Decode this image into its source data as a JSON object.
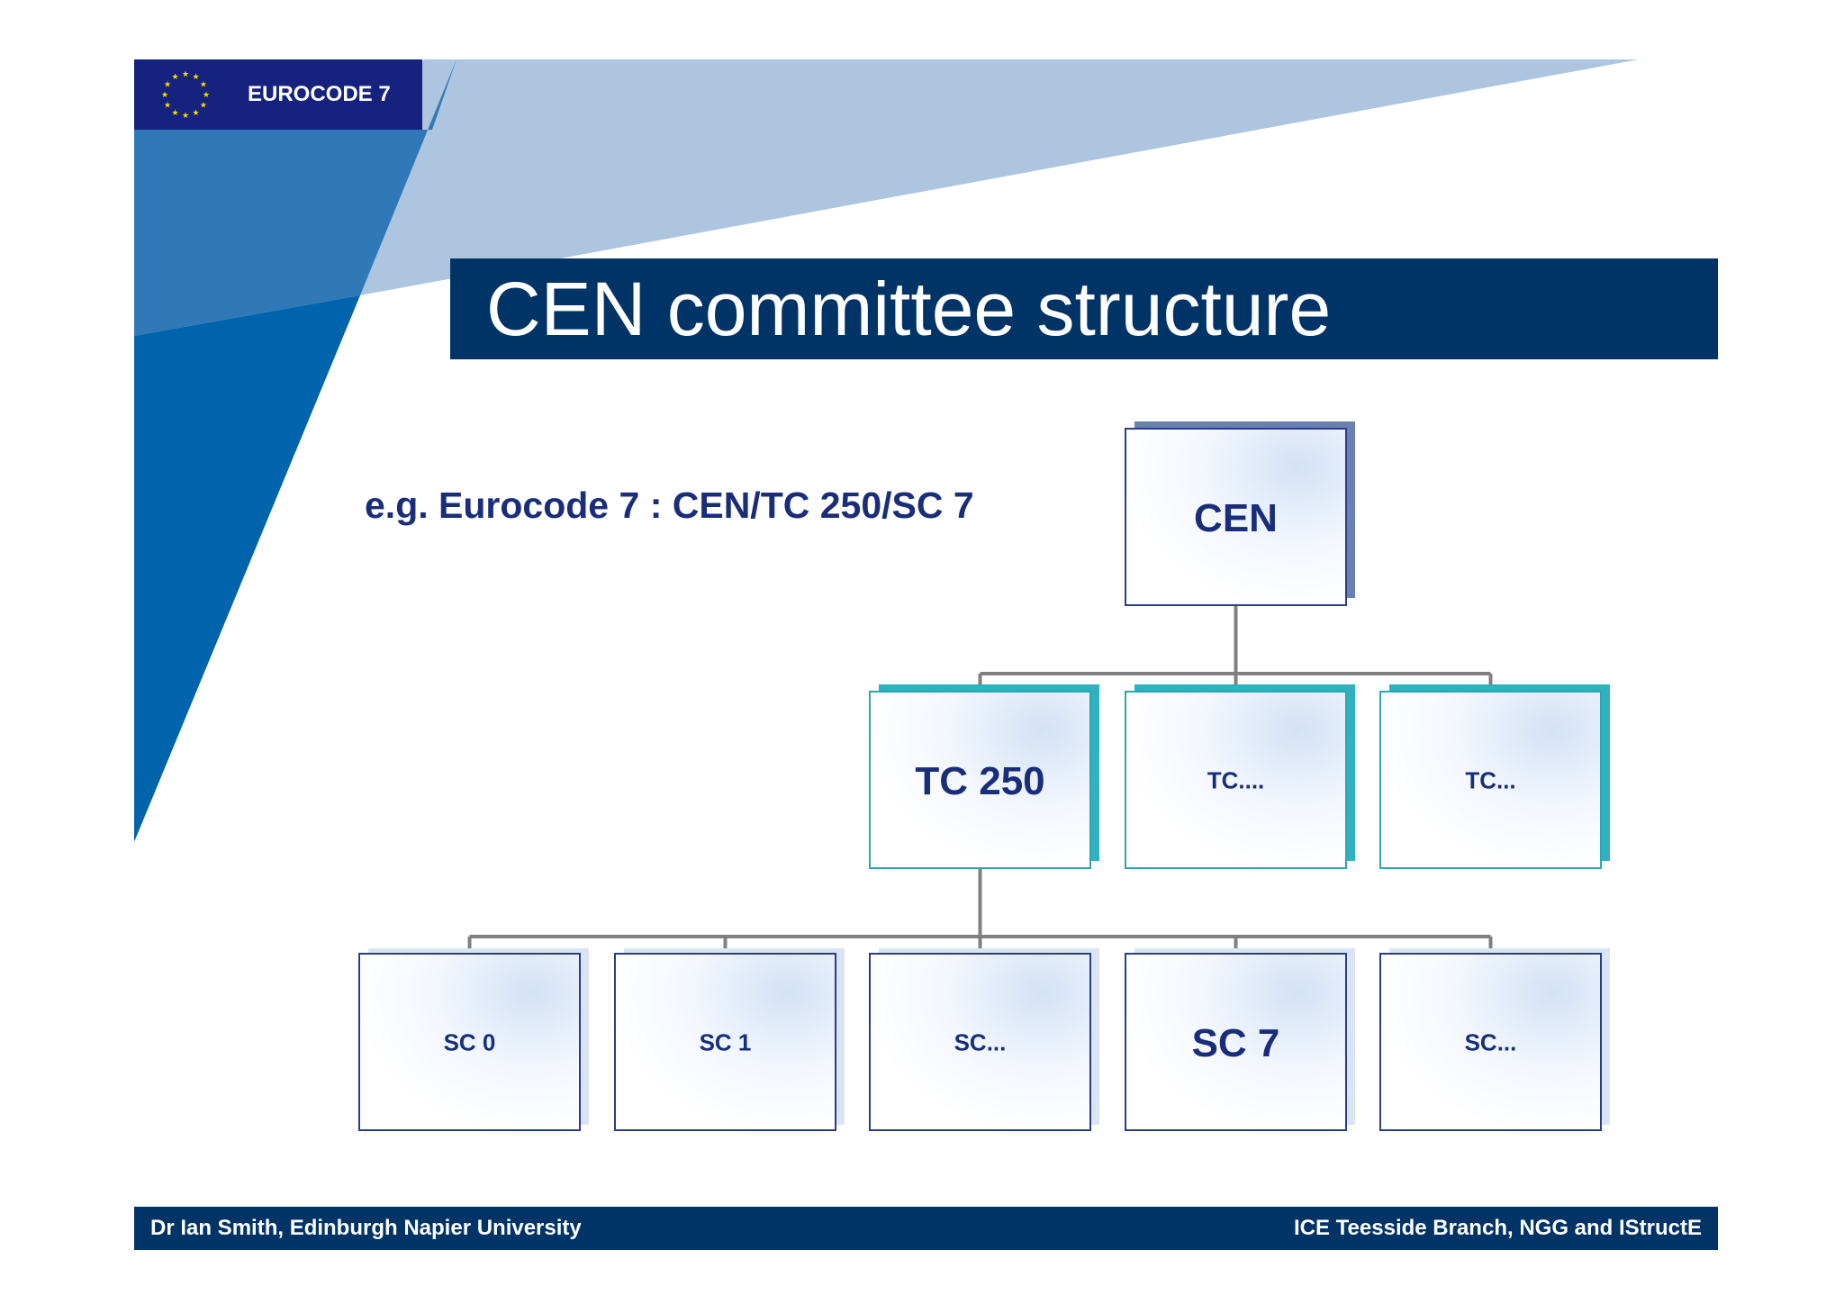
{
  "header": {
    "badge_label": "EUROCODE 7"
  },
  "title": "CEN committee structure",
  "example": "e.g. Eurocode 7 : CEN/TC 250/SC 7",
  "org_chart": {
    "root": {
      "label": "CEN"
    },
    "committees": [
      {
        "label": "TC 250",
        "emphasis": true
      },
      {
        "label": "TC....",
        "emphasis": false
      },
      {
        "label": "TC...",
        "emphasis": false
      }
    ],
    "subcommittees": [
      {
        "label": "SC 0",
        "emphasis": false
      },
      {
        "label": "SC 1",
        "emphasis": false
      },
      {
        "label": "SC...",
        "emphasis": false
      },
      {
        "label": "SC 7",
        "emphasis": true
      },
      {
        "label": "SC...",
        "emphasis": false
      }
    ]
  },
  "footer": {
    "left": "Dr Ian Smith, Edinburgh Napier University",
    "right": "ICE Teesside Branch, NGG and IStructE"
  },
  "colors": {
    "navy": "#003366",
    "badge_blue": "#15237e",
    "text_blue": "#1a2d7a",
    "connector": "#808080",
    "root_shadow": "#6a80b2",
    "tc_shadow": "#2fb1c0",
    "sc_shadow": "#dbe4f5",
    "stripe_light": "#adc5df",
    "stripe_mid": "#2f79b8",
    "stripe_dark": "#0064ad",
    "star_gold": "#ffdd00"
  }
}
